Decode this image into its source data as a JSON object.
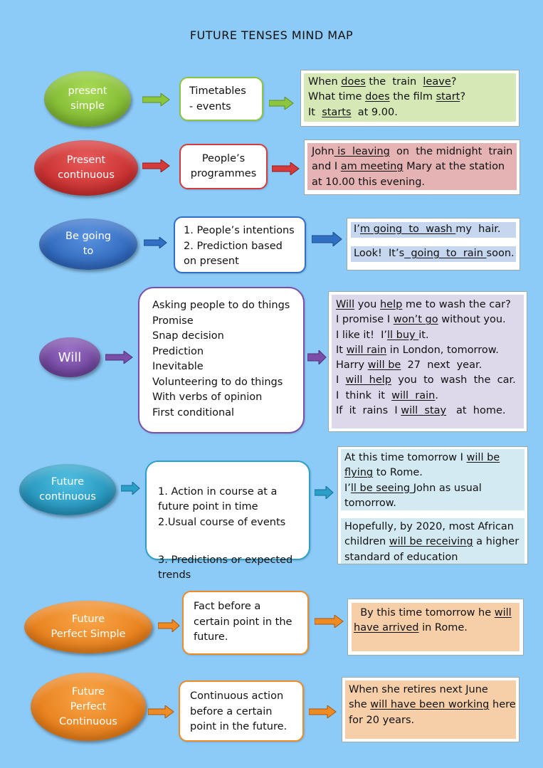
{
  "title": "FUTURE TENSES MIND MAP",
  "colors": {
    "background": "#8ccaf7",
    "present_simple": "#8cc63f",
    "present_continuous": "#d63b3b",
    "be_going_to": "#2f6fc4",
    "will": "#7b4fa8",
    "future_continuous": "#2aa0c9",
    "future_perfect": "#f08a23"
  },
  "rows": [
    {
      "tense": "present\nsimple",
      "use": "Timetables\n- events",
      "examples": [
        "When <u>does</u> the  train  <u>leave</u>?",
        "What time <u>does</u> the film <u>start</u>?",
        "It  <u>starts</u>  at 9.00."
      ]
    },
    {
      "tense": "Present\ncontinuous",
      "use": "People’s\nprogrammes",
      "examples": [
        "John<u> is  leaving</u>  on  the midnight  train",
        "and I <u>am meeting</u> Mary at the station",
        "at 10.00 this evening."
      ]
    },
    {
      "tense": "Be  going\nto",
      "use": "1. People’s  intentions\n2. Prediction based\non present",
      "examples": [
        "I’<u>m going  to  wash </u> my  hair.",
        "Look!  It’s<u>  going  to  rain </u>soon."
      ]
    },
    {
      "tense": "Will",
      "use": "Asking people to do things\nPromise\nSnap decision\nPrediction\nInevitable\nVolunteering to do things\nWith verbs of opinion\nFirst  conditional",
      "examples": [
        "<u>Will</u> you <u>help</u> me to wash the car?",
        "I promise I <u>won’t go</u> without you.",
        "I like it!  I’<u>ll buy </u>it.",
        "It <u>will rain</u> in London, tomorrow.",
        "Harry <u>will be</u>  27  next  year.",
        "I  <u>will  help</u>  you  to  wash  the  car.",
        "I  think  it  <u>will  rain</u>.",
        "If  it  rains  I <u>will  stay</u>   at  home."
      ]
    },
    {
      "tense": "Future\ncontinuous",
      "use_a": "1. Action in course at a\nfuture point in time\n2.Usual course of events",
      "use_b": "3. Predictions or expected\ntrends",
      "examples_a": [
        "At this time tomorrow I <u>will be</u>",
        "<u>flying</u> to Rome.",
        "I’<u>ll be seeing </u>John as usual",
        "tomorrow."
      ],
      "examples_b": [
        "Hopefully, by 2020, most African",
        "children <u>will be receiving</u> a higher",
        "standard of education"
      ]
    },
    {
      "tense": "Future\nPerfect Simple",
      "use": "Fact before a\ncertain point in the\nfuture.",
      "examples": [
        "  By this time tomorrow he <u>will</u>",
        "<u>have arrived</u> in Rome."
      ]
    },
    {
      "tense": "Future\nPerfect\nContinuous",
      "use": "Continuous action\nbefore a certain\npoint in the future.",
      "examples": [
        "When she retires next June",
        "she <u>will have been working</u> here",
        "for 20 years."
      ]
    }
  ]
}
